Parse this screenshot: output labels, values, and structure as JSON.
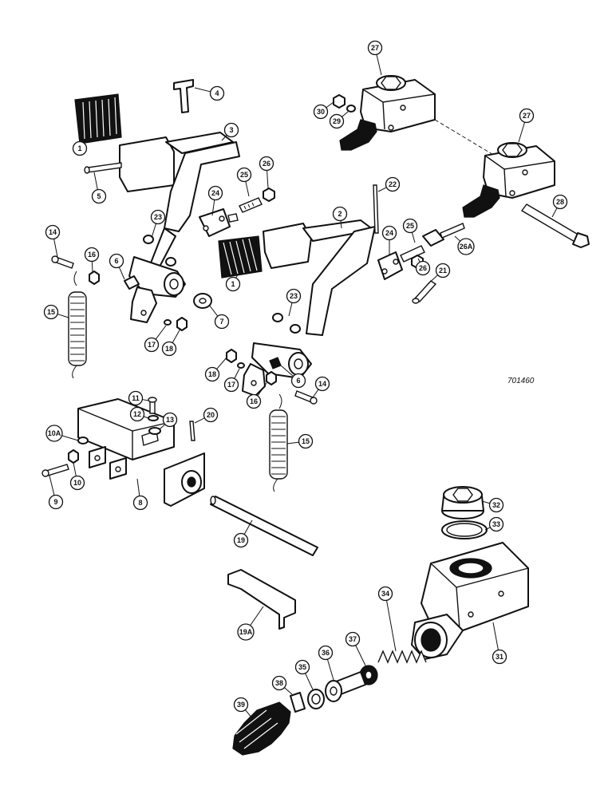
{
  "drawing_code": "701460",
  "callouts": [
    {
      "id": "c-27a",
      "label": "27"
    },
    {
      "id": "c-30",
      "label": "30"
    },
    {
      "id": "c-29",
      "label": "29"
    },
    {
      "id": "c-27b",
      "label": "27"
    },
    {
      "id": "c-28",
      "label": "28"
    },
    {
      "id": "c-4",
      "label": "4"
    },
    {
      "id": "c-3",
      "label": "3"
    },
    {
      "id": "c-1a",
      "label": "1"
    },
    {
      "id": "c-5",
      "label": "5"
    },
    {
      "id": "c-22",
      "label": "22"
    },
    {
      "id": "c-26a",
      "label": "26"
    },
    {
      "id": "c-25a",
      "label": "25"
    },
    {
      "id": "c-24a",
      "label": "24"
    },
    {
      "id": "c-2",
      "label": "2"
    },
    {
      "id": "c-23a",
      "label": "23"
    },
    {
      "id": "c-25b",
      "label": "25"
    },
    {
      "id": "c-24b",
      "label": "24"
    },
    {
      "id": "c-26b",
      "label": "26"
    },
    {
      "id": "c-26A",
      "label": "26A"
    },
    {
      "id": "c-21",
      "label": "21"
    },
    {
      "id": "c-14a",
      "label": "14"
    },
    {
      "id": "c-16a",
      "label": "16"
    },
    {
      "id": "c-6a",
      "label": "6"
    },
    {
      "id": "c-1b",
      "label": "1"
    },
    {
      "id": "c-15a",
      "label": "15"
    },
    {
      "id": "c-7",
      "label": "7"
    },
    {
      "id": "c-17a",
      "label": "17"
    },
    {
      "id": "c-18a",
      "label": "18"
    },
    {
      "id": "c-23b",
      "label": "23"
    },
    {
      "id": "c-18b",
      "label": "18"
    },
    {
      "id": "c-17b",
      "label": "17"
    },
    {
      "id": "c-6b",
      "label": "6"
    },
    {
      "id": "c-16b",
      "label": "16"
    },
    {
      "id": "c-14b",
      "label": "14"
    },
    {
      "id": "c-15b",
      "label": "15"
    },
    {
      "id": "c-11",
      "label": "11"
    },
    {
      "id": "c-12",
      "label": "12"
    },
    {
      "id": "c-13",
      "label": "13"
    },
    {
      "id": "c-20",
      "label": "20"
    },
    {
      "id": "c-10A",
      "label": "10A"
    },
    {
      "id": "c-10",
      "label": "10"
    },
    {
      "id": "c-9",
      "label": "9"
    },
    {
      "id": "c-8",
      "label": "8"
    },
    {
      "id": "c-19",
      "label": "19"
    },
    {
      "id": "c-19A",
      "label": "19A"
    },
    {
      "id": "c-32",
      "label": "32"
    },
    {
      "id": "c-33",
      "label": "33"
    },
    {
      "id": "c-34",
      "label": "34"
    },
    {
      "id": "c-31",
      "label": "31"
    },
    {
      "id": "c-37",
      "label": "37"
    },
    {
      "id": "c-36",
      "label": "36"
    },
    {
      "id": "c-35",
      "label": "35"
    },
    {
      "id": "c-38",
      "label": "38"
    },
    {
      "id": "c-39",
      "label": "39"
    }
  ]
}
